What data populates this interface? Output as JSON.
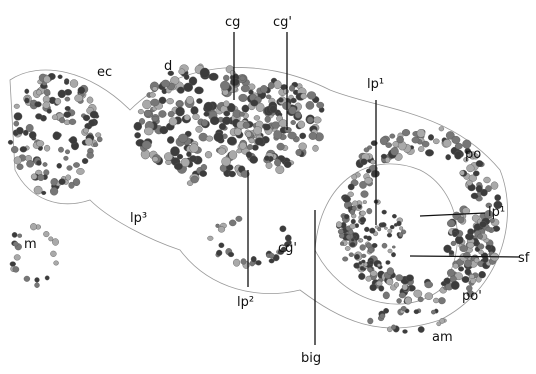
{
  "figure": {
    "style": "histological cross-section drawing, monochrome",
    "cell_colors": {
      "dark": "#3c3c3c",
      "mid": "#777777",
      "light": "#a9a9a9",
      "outline": "#555555"
    },
    "labels": {
      "cg": "cg",
      "cg_prime_top": "cg'",
      "ec": "ec",
      "d": "d",
      "lp1_top": "lp¹",
      "po": "po",
      "lp1_right": "lp¹",
      "sf": "sf",
      "lp3": "lp³",
      "lp2": "lp²",
      "cg_prime_bottom": "cg'",
      "big": "big",
      "po_prime": "po'",
      "am": "am",
      "m": "m"
    }
  }
}
